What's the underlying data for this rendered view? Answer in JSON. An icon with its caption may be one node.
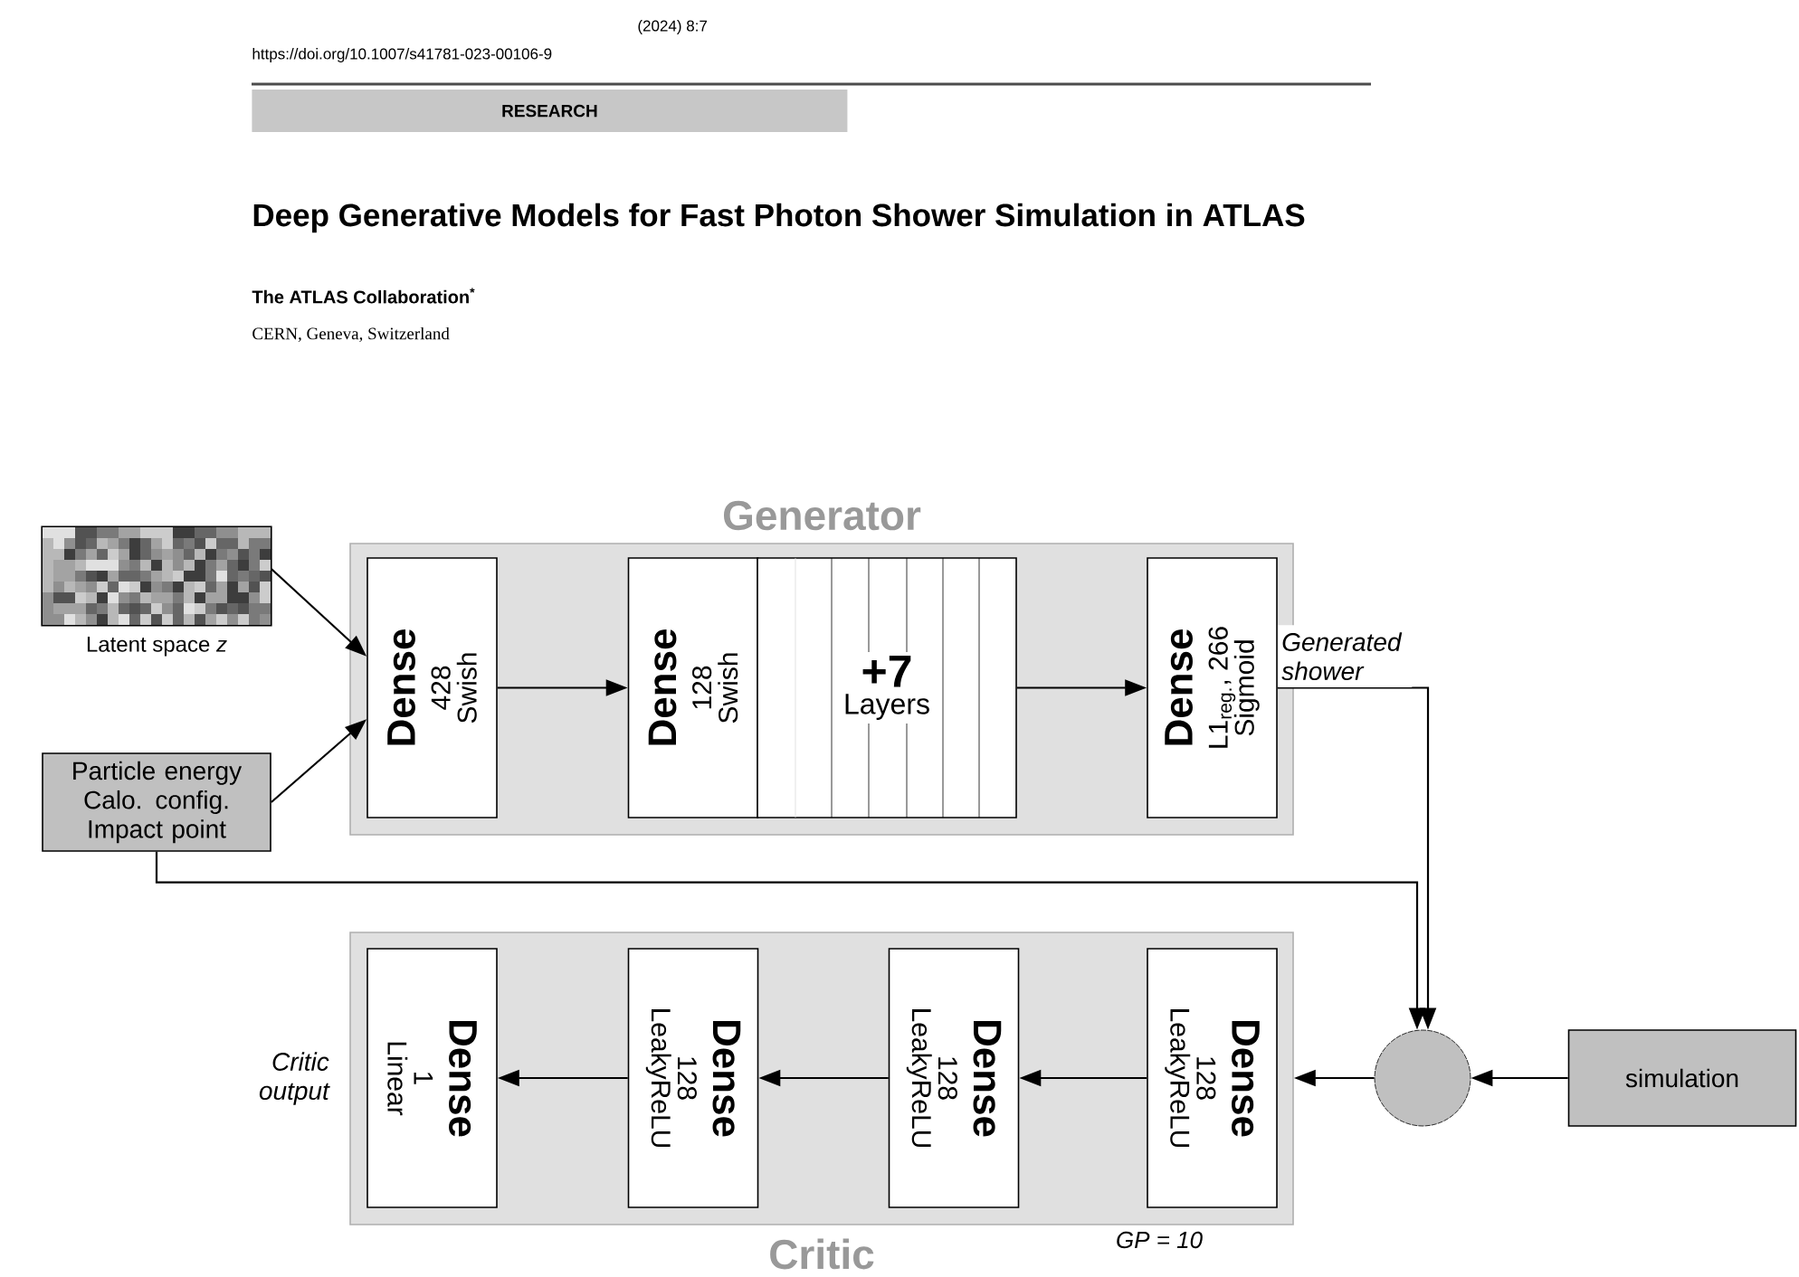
{
  "diagram": {
    "title": "Deep Generative Models for Fast Photon Shower Simulation in ATLAS",
    "nodes": [
      {
        "text": [
          "Generator"
        ]
      },
      {
        "text": [],
        "shape": "picture",
        "beside": [
          "Latent space *z*"
        ]
      },
      {
        "text": [
          "Particle energy Calo. config. Impact point"
        ]
      },
      {
        "text": [
          "Dense",
          "428",
          "Swish"
        ],
        "in": 0
      },
      {
        "text": [
          "Dense",
          "128",
          "Swish"
        ],
        "in": 0
      },
      {
        "text": [
          "+7",
          "Layers"
        ],
        "in": 0
      },
      {
        "text": [
          "Dense",
          "L1$_{reg.}$, 266",
          "Sigmoid"
        ],
        "in": 0
      },
      {
        "text": [],
        "shape": "circle"
      },
      {
        "text": [
          "simulation"
        ]
      },
      {
        "text": [
          "Critic"
        ]
      },
      {
        "text": [
          "Dense",
          "1",
          "Linear"
        ],
        "in": 9,
        "beside": [
          "Critic output"
        ]
      },
      {
        "text": [
          "Dense",
          "128",
          "LeakyReLU"
        ],
        "in": 9
      },
      {
        "text": [
          "Dense",
          "128",
          "LeakyReLU"
        ],
        "in": 9
      },
      {
        "text": [
          "Dense",
          "128",
          "LeakyReLU"
        ],
        "in": 9
      }
    ],
    "edges": [
      {
        "from": 1,
        "to": 3,
        "arrow": "to"
      },
      {
        "from": 2,
        "to": 3,
        "arrow": "to"
      },
      {
        "from": 3,
        "to": 4,
        "arrow": "to"
      },
      {
        "from": 5,
        "to": 6,
        "arrow": "to"
      },
      {
        "from": 6,
        "to": 7,
        "arrow": "to",
        "label": "Generated shower"
      },
      {
        "from": 2,
        "to": 7,
        "arrow": "to"
      },
      {
        "from": 8,
        "to": 7,
        "arrow": "to"
      },
      {
        "from": 7,
        "to": 9,
        "arrow": "to"
      },
      {
        "from": 13,
        "to": 12,
        "arrow": "to"
      },
      {
        "from": 12,
        "to": 11,
        "arrow": "to"
      },
      {
        "from": 11,
        "to": 10,
        "arrow": "to"
      }
    ],
    "labels": [
      "(2024) 8:7",
      "https://doi.org/10.1007/s41781-023-00106-9",
      "RESEARCH",
      "The ATLAS Collaboration$^{*}$",
      "CERN, Geneva, Switzerland",
      "GP = 10"
    ]
  }
}
